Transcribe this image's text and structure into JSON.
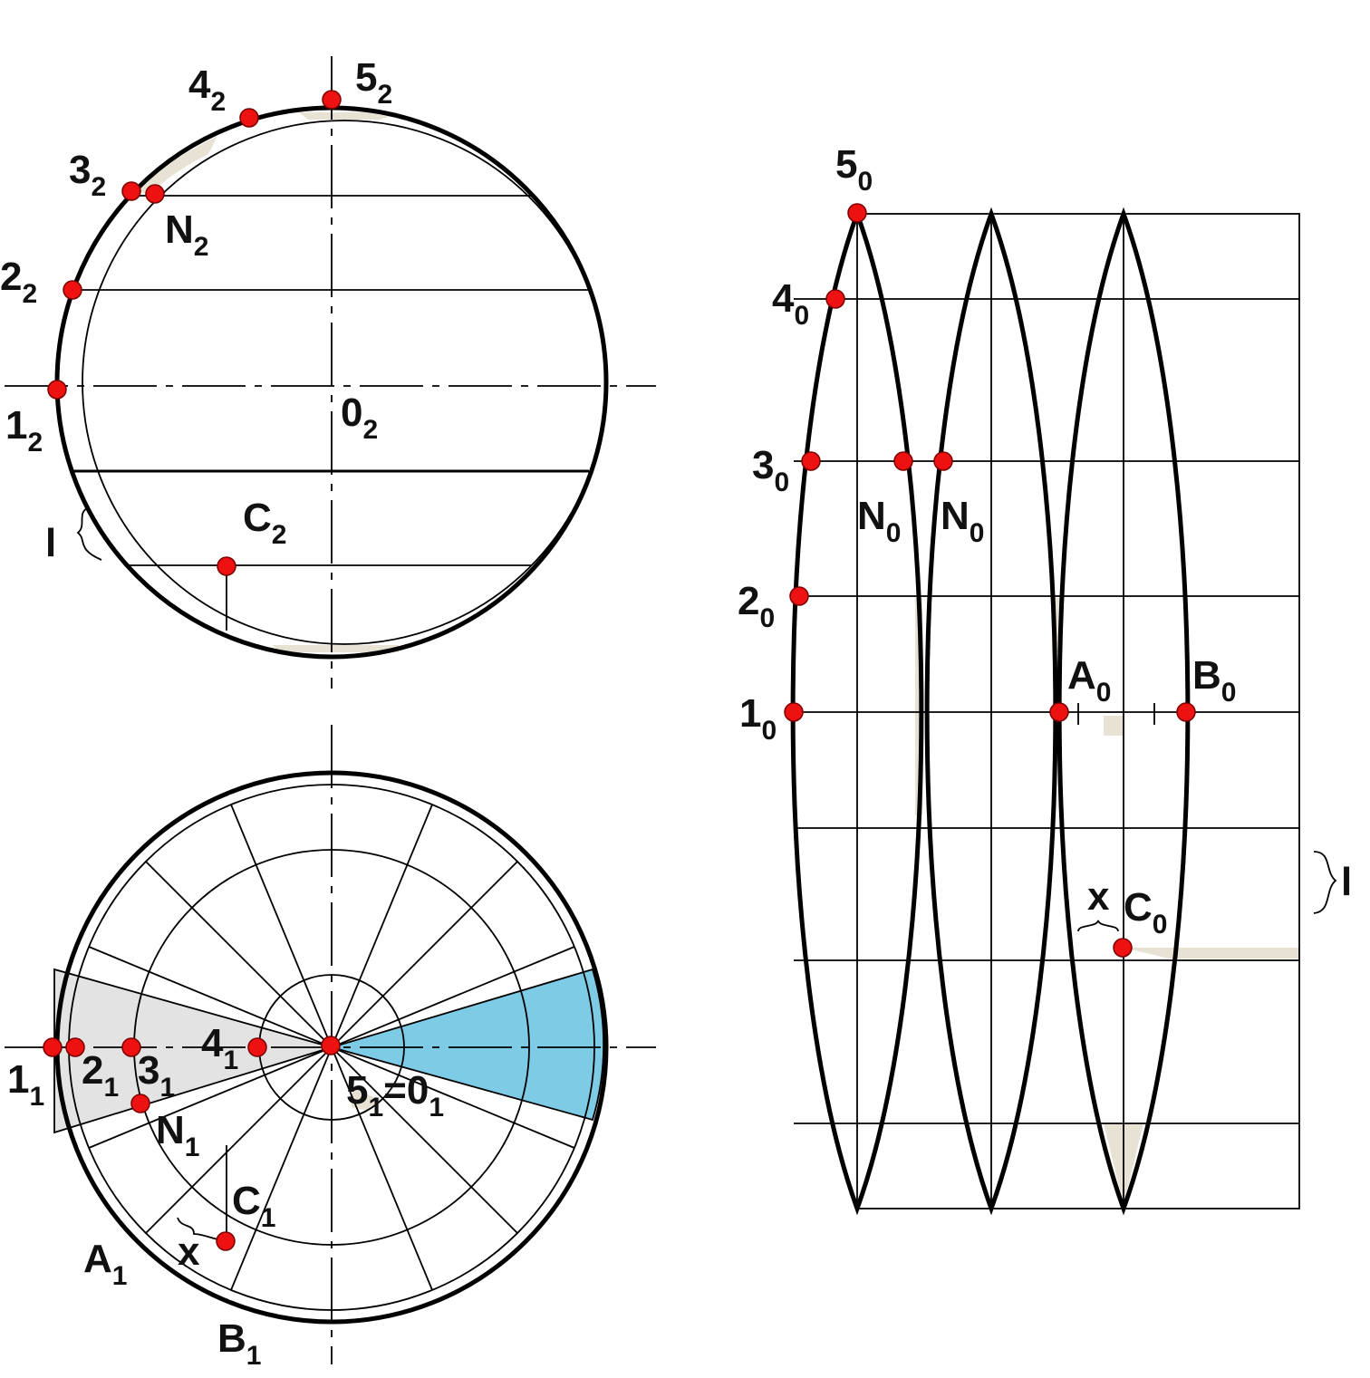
{
  "colors": {
    "point": "#ee1111",
    "sector_grey": "#e3e3e3",
    "sector_blue": "#7ecbe6",
    "beige": "#e7e2d4",
    "line": "#000000"
  },
  "labels": {
    "p4_2": {
      "main": "4",
      "sub": "2"
    },
    "p5_2": {
      "main": "5",
      "sub": "2"
    },
    "p3_2": {
      "main": "3",
      "sub": "2"
    },
    "pN_2": {
      "main": "N",
      "sub": "2"
    },
    "p2_2": {
      "main": "2",
      "sub": "2"
    },
    "p1_2": {
      "main": "1",
      "sub": "2"
    },
    "p0_2": {
      "main": "0",
      "sub": "2"
    },
    "pC_2": {
      "main": "C",
      "sub": "2"
    },
    "l_top": "l",
    "p1_1": {
      "main": "1",
      "sub": "1"
    },
    "p2_1": {
      "main": "2",
      "sub": "1"
    },
    "p3_1": {
      "main": "3",
      "sub": "1"
    },
    "p4_1": {
      "main": "4",
      "sub": "1"
    },
    "p5_1": {
      "main": "5",
      "sub": "1",
      "eq": "=0",
      "eq_sub": "1"
    },
    "pN_1": {
      "main": "N",
      "sub": "1"
    },
    "pC_1": {
      "main": "C",
      "sub": "1"
    },
    "pA_1": {
      "main": "A",
      "sub": "1"
    },
    "pB_1": {
      "main": "B",
      "sub": "1"
    },
    "x_bottom": "x",
    "p5_0": {
      "main": "5",
      "sub": "0"
    },
    "p4_0": {
      "main": "4",
      "sub": "0"
    },
    "p3_0": {
      "main": "3",
      "sub": "0"
    },
    "p2_0": {
      "main": "2",
      "sub": "0"
    },
    "p1_0": {
      "main": "1",
      "sub": "0"
    },
    "pN_0a": {
      "main": "N",
      "sub": "0"
    },
    "pN_0b": {
      "main": "N",
      "sub": "0"
    },
    "pA_0": {
      "main": "A",
      "sub": "0"
    },
    "pB_0": {
      "main": "B",
      "sub": "0"
    },
    "pC_0": {
      "main": "C",
      "sub": "0"
    },
    "x_right": "x",
    "l_right": "l"
  }
}
